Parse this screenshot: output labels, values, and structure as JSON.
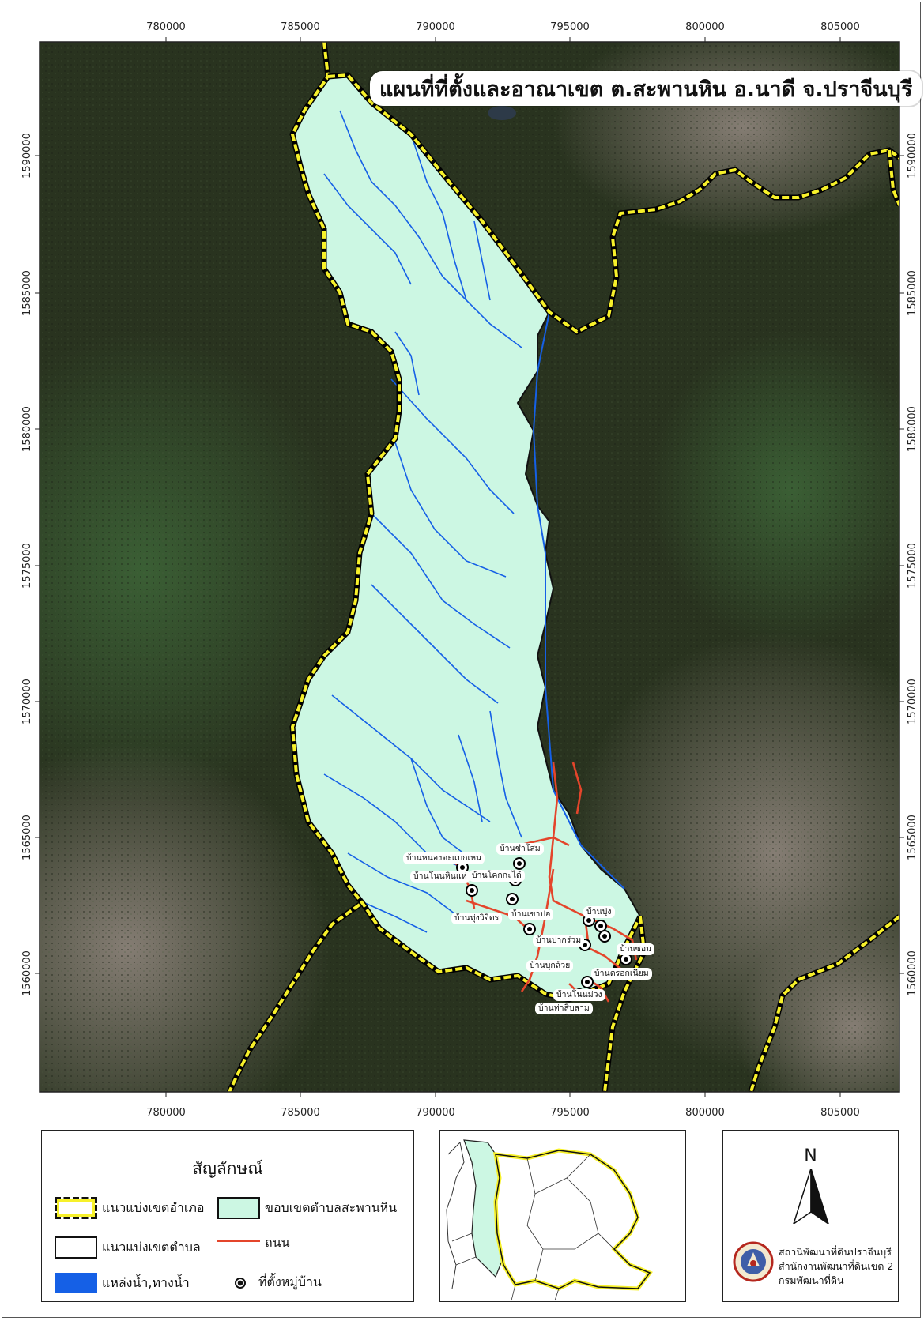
{
  "title": "แผนที่ที่ตั้งและอาณาเขต ต.สะพานหิน อ.นาดี จ.ปราจีนบุรี",
  "axes": {
    "x_ticks": [
      "780000",
      "785000",
      "790000",
      "795000",
      "800000",
      "805000"
    ],
    "y_ticks": [
      "1590000",
      "1585000",
      "1580000",
      "1575000",
      "1570000",
      "1565000",
      "1560000"
    ]
  },
  "villages": [
    {
      "name": "บ้านหนองตะแบกเหน"
    },
    {
      "name": "บ้านชำโสม"
    },
    {
      "name": "บ้านโนนหินแห่"
    },
    {
      "name": "บ้านโคกกะได้"
    },
    {
      "name": "บ้านทุ่งวิจิตร"
    },
    {
      "name": "บ้านเขาปอ"
    },
    {
      "name": "บ้านบุ่ง"
    },
    {
      "name": "บ้านปากร่วม"
    },
    {
      "name": "บ้านซอม"
    },
    {
      "name": "บ้านบุกล้วย"
    },
    {
      "name": "บ้านตรอกเนียม"
    },
    {
      "name": "บ้านโนนม่วง"
    },
    {
      "name": "บ้านท่าสิบสาม"
    }
  ],
  "legend": {
    "title": "สัญลักษณ์",
    "district_boundary": "แนวแบ่งเขตอำเภอ",
    "subdistrict_area": "ขอบเขตตำบลสะพานหิน",
    "subdistrict_boundary": "แนวแบ่งเขตตำบล",
    "road": "ถนน",
    "water": "แหล่งน้ำ,ทางน้ำ",
    "village": "ที่ตั้งหมู่บ้าน"
  },
  "north_label": "N",
  "agency": {
    "line1": "สถานีพัฒนาที่ดินปราจีนบุรี",
    "line2": "สำนักงานพัฒนาที่ดินเขต 2",
    "line3": "กรมพัฒนาที่ดิน"
  },
  "colors": {
    "subdistrict_fill": "#ccf7e3",
    "district_line": "#f7f12a",
    "road": "#e4452b",
    "water": "#1560e6",
    "imagery_dark": "#283220"
  }
}
